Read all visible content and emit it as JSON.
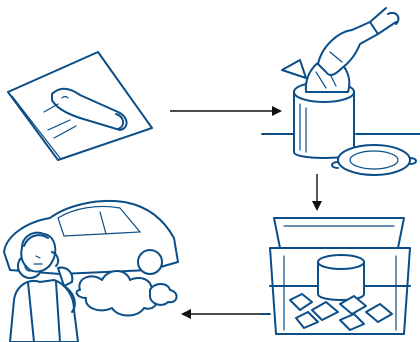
{
  "colors": {
    "ink": "#0b4e88",
    "arrow": "#111111",
    "background": "#ffffff"
  },
  "steps": [
    {
      "id": "finger-on-paper",
      "icon": "finger-on-paper-icon"
    },
    {
      "id": "wrap-into-container",
      "icon": "hand-placing-bundle-icon"
    },
    {
      "id": "container-in-ice-box",
      "icon": "container-in-ice-box-icon"
    },
    {
      "id": "woman-on-phone-by-car",
      "icon": "woman-phone-car-icon"
    }
  ],
  "arrows": [
    {
      "from": "finger-on-paper",
      "to": "wrap-into-container",
      "direction": "right"
    },
    {
      "from": "wrap-into-container",
      "to": "container-in-ice-box",
      "direction": "down"
    },
    {
      "from": "container-in-ice-box",
      "to": "woman-on-phone-by-car",
      "direction": "left"
    }
  ]
}
